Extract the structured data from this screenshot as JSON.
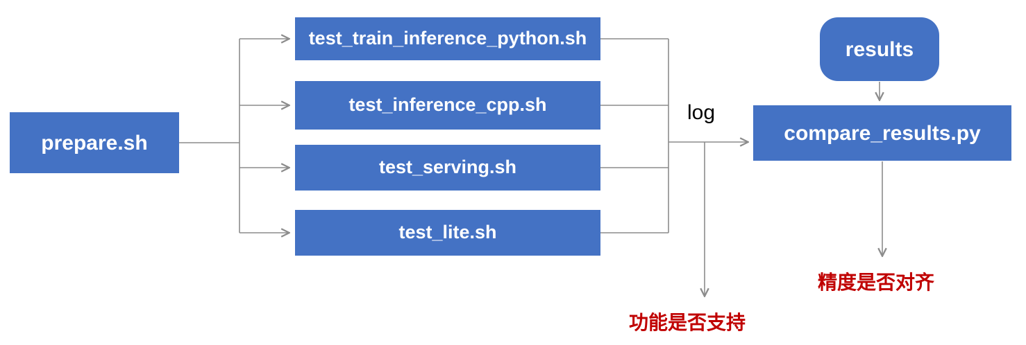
{
  "diagram": {
    "nodes": {
      "prepare": {
        "label": "prepare.sh"
      },
      "tests": [
        {
          "label": "test_train_inference_python.sh"
        },
        {
          "label": "test_inference_cpp.sh"
        },
        {
          "label": "test_serving.sh"
        },
        {
          "label": "test_lite.sh"
        }
      ],
      "results": {
        "label": "results"
      },
      "compare": {
        "label": "compare_results.py"
      }
    },
    "labels": {
      "log": "log",
      "function_support": "功能是否支持",
      "precision_align": "精度是否对齐"
    },
    "colors": {
      "node_fill": "#4472C4",
      "node_text": "#FFFFFF",
      "connector": "#8C8C8C",
      "annotation_red": "#C00000",
      "log_text": "#000000"
    }
  }
}
